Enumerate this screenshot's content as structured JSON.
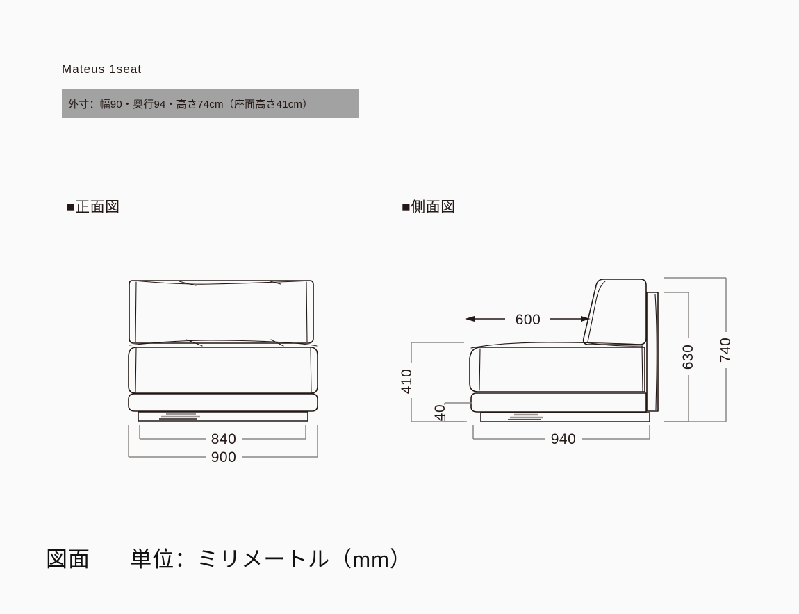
{
  "page": {
    "background_color": "#fafafa",
    "ink_color": "#231815",
    "dimension_line_color": "#8b8683",
    "spec_bar_color": "#a2a2a2"
  },
  "product": {
    "title": "Mateus 1seat",
    "spec_text": "外寸：幅90・奥行94・高さ74cm（座面高さ41cm）"
  },
  "views": {
    "front": {
      "heading": "■正面図",
      "dimensions": {
        "inner_width": "840",
        "outer_width": "900"
      }
    },
    "side": {
      "heading": "■側面図",
      "dimensions": {
        "seat_depth": "600",
        "seat_height": "410",
        "plinth_height": "40",
        "total_depth": "940",
        "back_panel_height": "630",
        "total_height": "740"
      }
    }
  },
  "caption": {
    "label": "図面",
    "units": "単位：ミリメートル（mm）"
  },
  "chart_data": {
    "type": "table",
    "title": "Mateus 1seat — 図面 (technical drawing)",
    "units": "mm",
    "views": [
      {
        "name": "正面図",
        "name_en": "front view",
        "measurements": [
          {
            "label": "840",
            "value": 840,
            "meaning": "inner body width",
            "orientation": "horizontal"
          },
          {
            "label": "900",
            "value": 900,
            "meaning": "overall width",
            "orientation": "horizontal"
          }
        ]
      },
      {
        "name": "側面図",
        "name_en": "side view",
        "measurements": [
          {
            "label": "600",
            "value": 600,
            "meaning": "seat depth",
            "orientation": "horizontal"
          },
          {
            "label": "940",
            "value": 940,
            "meaning": "overall depth",
            "orientation": "horizontal"
          },
          {
            "label": "410",
            "value": 410,
            "meaning": "seat height",
            "orientation": "vertical"
          },
          {
            "label": "40",
            "value": 40,
            "meaning": "plinth height",
            "orientation": "vertical"
          },
          {
            "label": "630",
            "value": 630,
            "meaning": "back panel height",
            "orientation": "vertical"
          },
          {
            "label": "740",
            "value": 740,
            "meaning": "overall height",
            "orientation": "vertical"
          }
        ]
      }
    ],
    "spec_summary": {
      "width_cm": 90,
      "depth_cm": 94,
      "height_cm": 74,
      "seat_height_cm": 41
    }
  }
}
